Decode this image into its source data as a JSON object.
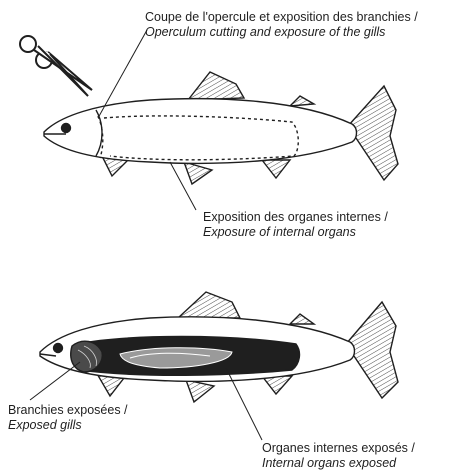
{
  "labels": {
    "operculum": {
      "fr": "Coupe de l'opercule et exposition des branchies /",
      "en": "Operculum cutting and exposure of the gills"
    },
    "internal": {
      "fr": "Exposition des organes internes /",
      "en": "Exposure of internal organs"
    },
    "gills": {
      "fr": "Branchies exposées /",
      "en": "Exposed gills"
    },
    "organs": {
      "fr": "Organes internes exposés /",
      "en": "Internal organs exposed"
    }
  },
  "icons": [
    "scissors-icon"
  ],
  "colors": {
    "line": "#1f1f1f",
    "background": "#ffffff"
  }
}
